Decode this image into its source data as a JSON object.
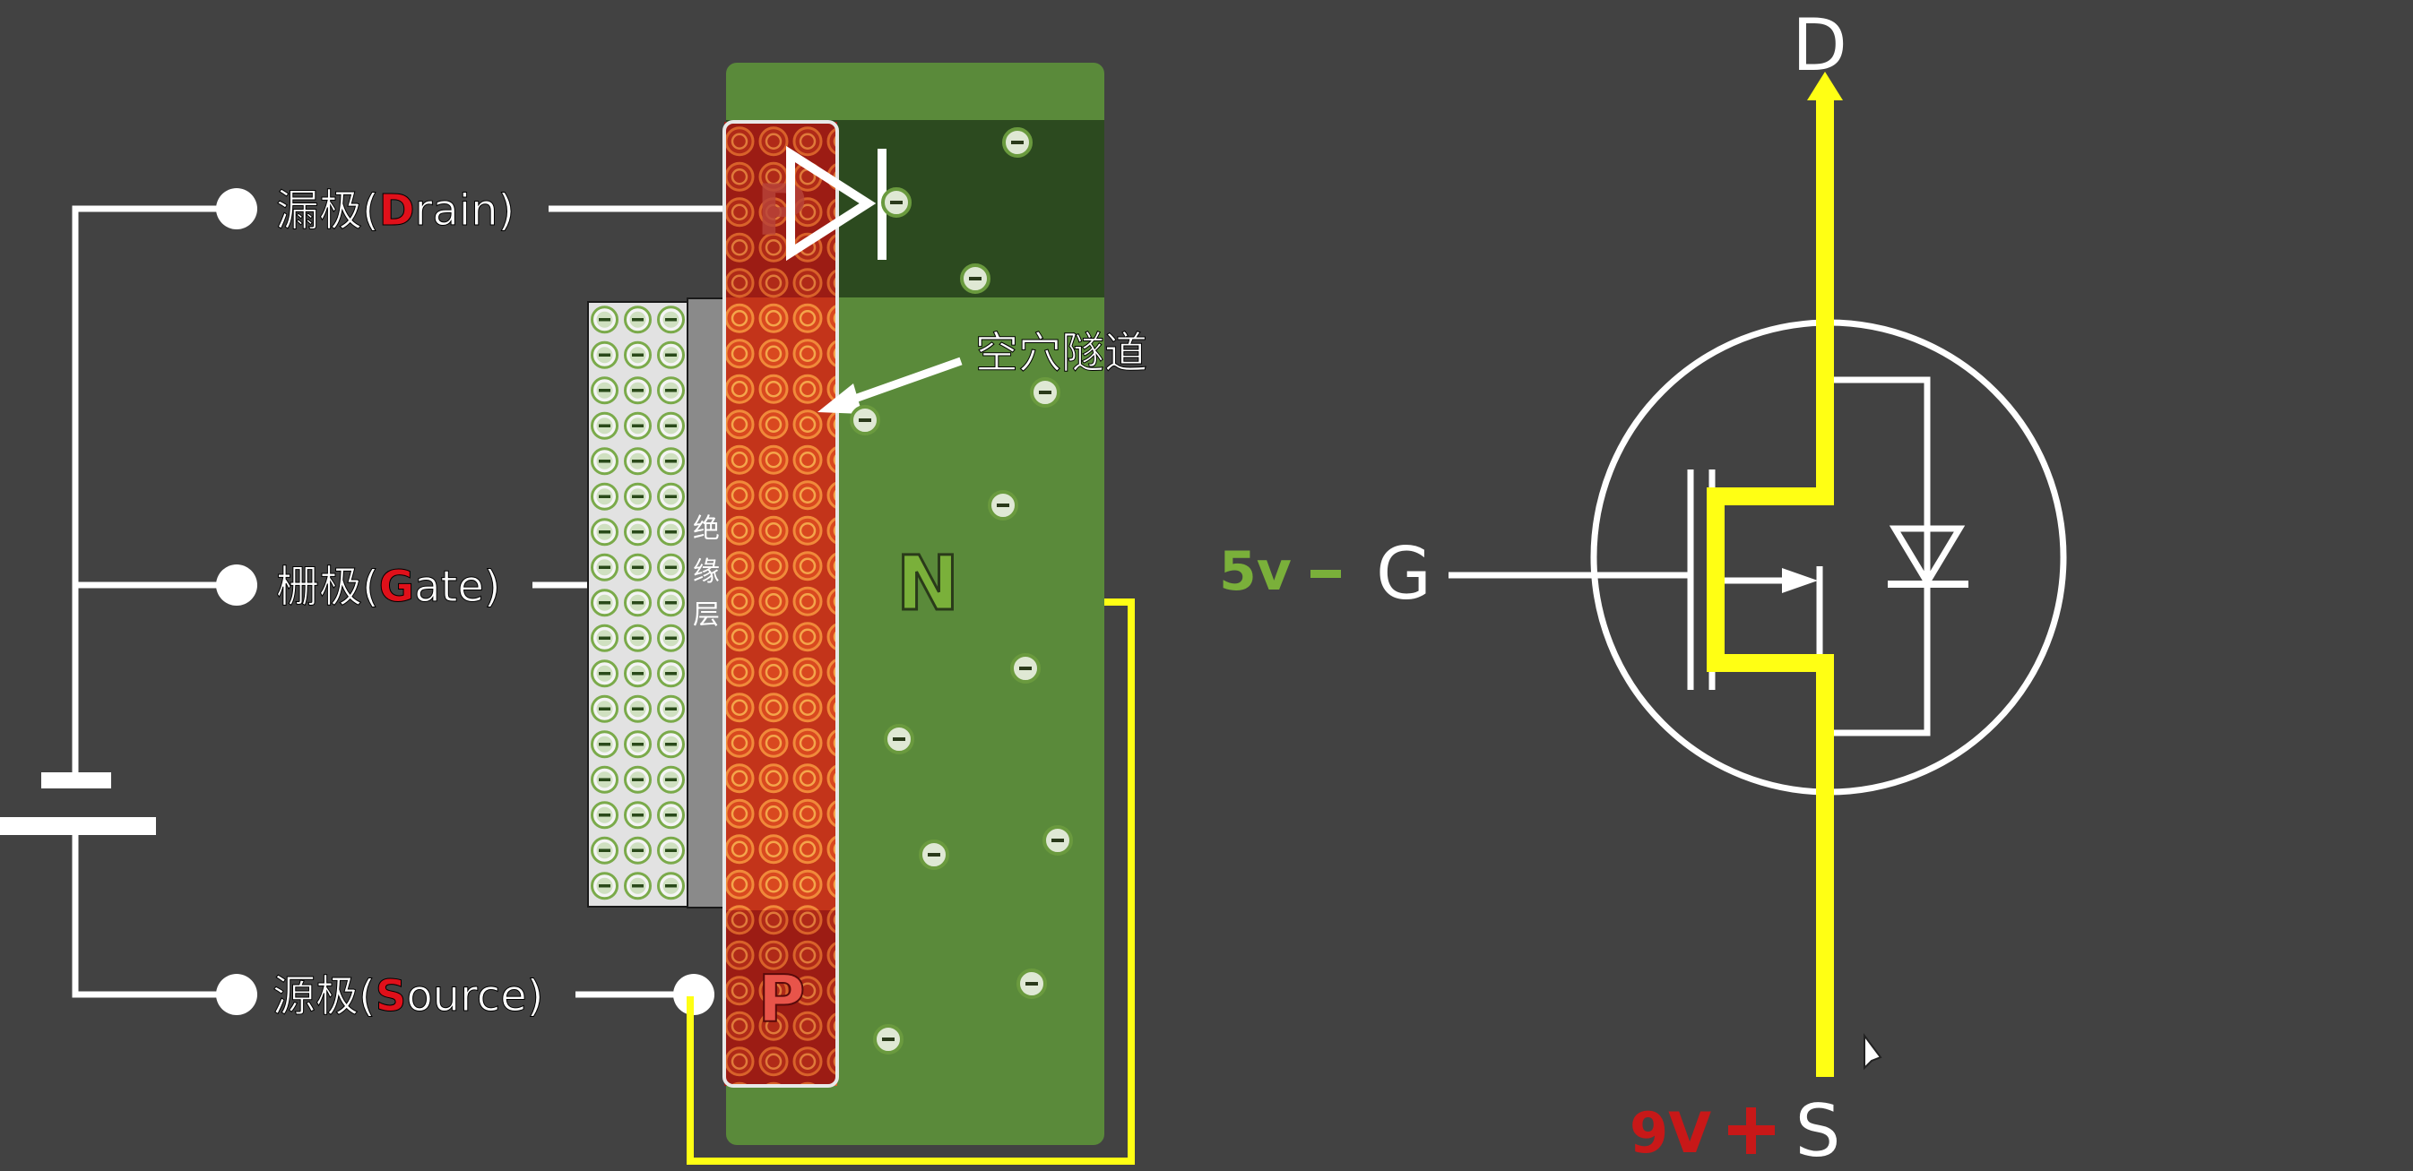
{
  "diagram": {
    "terminals": {
      "drain": {
        "prefix": "漏极(",
        "letter": "D",
        "suffix": "rain)"
      },
      "gate": {
        "prefix": "栅极(",
        "letter": "G",
        "suffix": "ate)"
      },
      "source": {
        "prefix": "源极(",
        "letter": "S",
        "suffix": "ource)"
      }
    },
    "insulator_label": [
      "绝",
      "缘",
      "层"
    ],
    "tunnel_label": "空穴隧道",
    "n_region_label": "N",
    "p_region_label": "P",
    "p_region_top_label": "P",
    "electron_sign": "−",
    "symbol": {
      "drain": "D",
      "gate": "G",
      "source": "S",
      "gate_voltage": "5v",
      "gate_sign": "−",
      "source_voltage": "9V",
      "source_sign": "+"
    },
    "colors": {
      "background": "#424242",
      "n_region": "#5a8a3a",
      "p_region": "#a61c14",
      "hole_fill": "#d9481f",
      "hole_ring": "#f08a3a",
      "current": "#ffff14",
      "accent_red": "#e0101a",
      "accent_green": "#7ab03a",
      "wire": "#ffffff"
    }
  }
}
